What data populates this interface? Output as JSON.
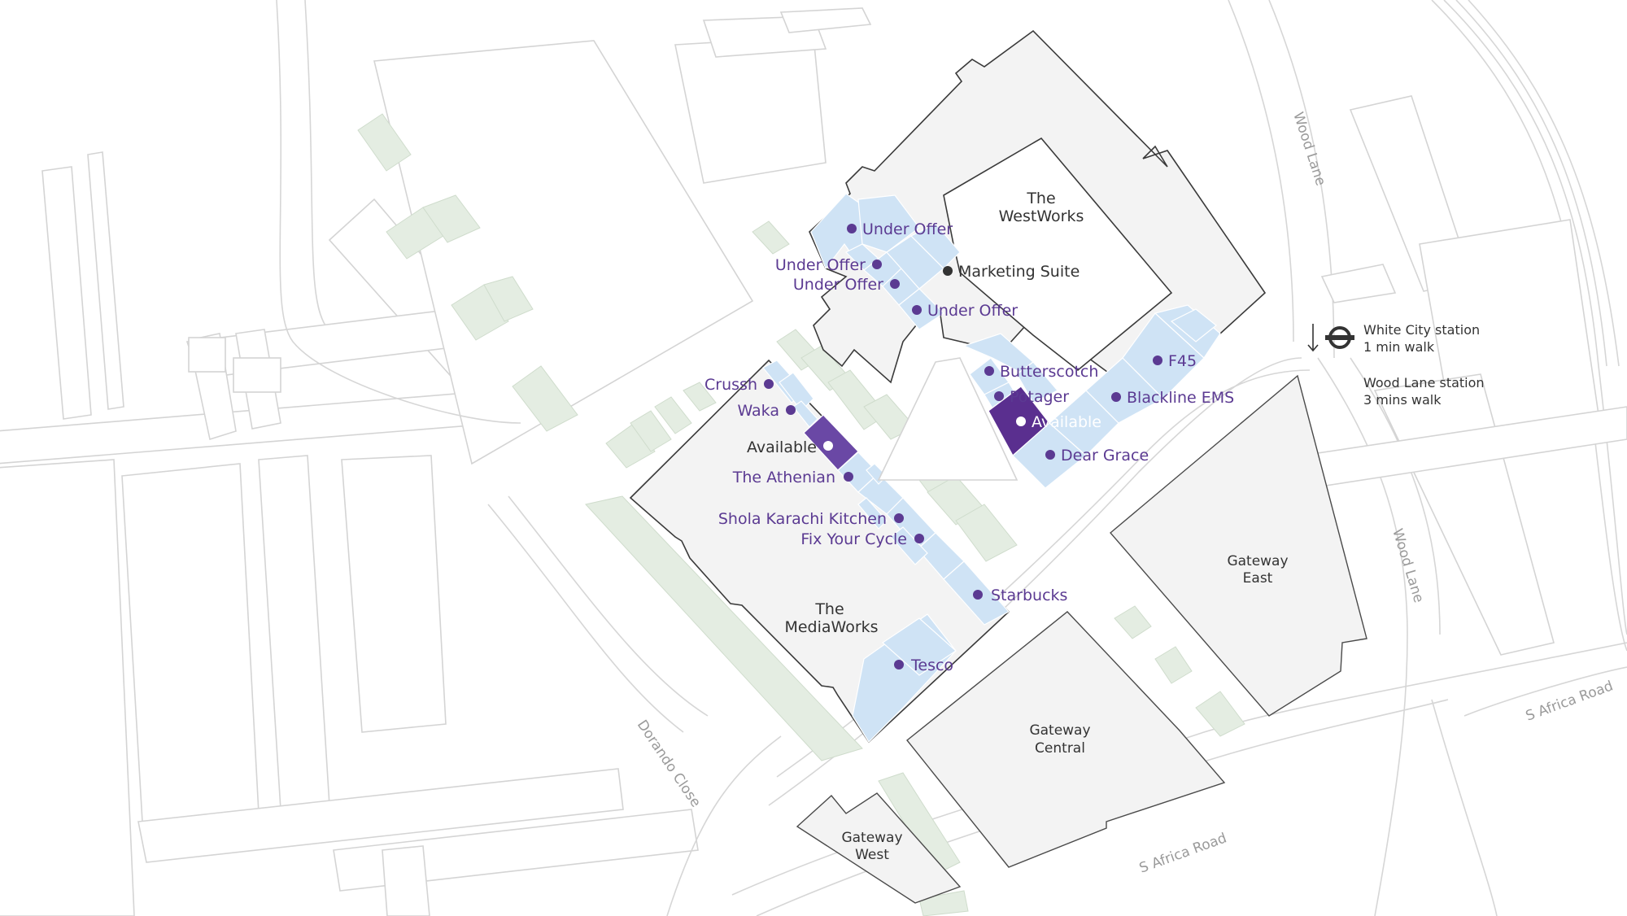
{
  "buildings": {
    "westworks": [
      "The",
      "WestWorks"
    ],
    "mediaworks": [
      "The",
      "MediaWorks"
    ],
    "gateway_east": [
      "Gateway",
      "East"
    ],
    "gateway_central": [
      "Gateway",
      "Central"
    ],
    "gateway_west": [
      "Gateway",
      "West"
    ]
  },
  "units": {
    "under_offer_1": "Under Offer",
    "under_offer_2": "Under Offer",
    "under_offer_3": "Under Offer",
    "under_offer_4": "Under Offer",
    "marketing_suite": "Marketing Suite",
    "butterscotch": "Butterscotch",
    "potager": "Potager",
    "available_west": "Available",
    "dear_grace": "Dear Grace",
    "f45": "F45",
    "blackline_ems": "Blackline EMS",
    "crussh": "Crussh",
    "waka": "Waka",
    "available_media": "Available",
    "the_athenian": "The Athenian",
    "shola_karachi": "Shola Karachi Kitchen",
    "fix_your_cycle": "Fix Your Cycle",
    "starbucks": "Starbucks",
    "tesco": "Tesco"
  },
  "streets": {
    "wood_lane_top": "Wood Lane",
    "wood_lane_right": "Wood Lane",
    "s_africa_road_right": "S Africa Road",
    "s_africa_road_bottom": "S Africa Road",
    "dorando_close": "Dorando Close"
  },
  "stations": {
    "white_city_name": "White City station",
    "white_city_walk": "1 min walk",
    "wood_lane_name": "Wood Lane station",
    "wood_lane_walk": "3 mins walk",
    "icon": "underground-roundel-icon"
  },
  "colors": {
    "let_unit": "#cfe3f5",
    "available_unit": "#6a48a5",
    "label": "#5b3a92",
    "green_space": "#e4ede2"
  }
}
